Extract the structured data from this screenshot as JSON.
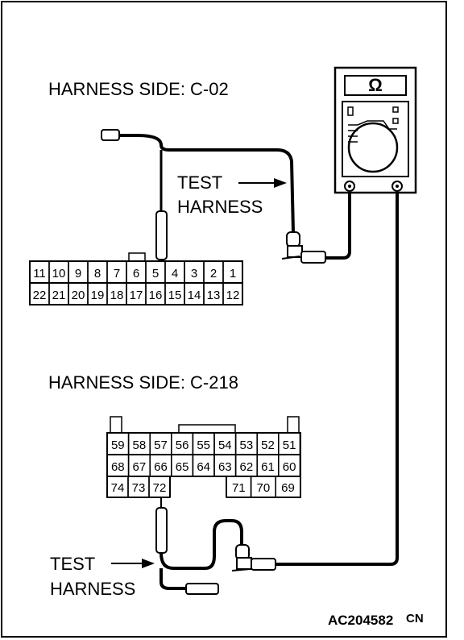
{
  "labels": {
    "harness_c02": "HARNESS SIDE: C-02",
    "harness_c218": "HARNESS SIDE: C-218",
    "test1_line1": "TEST",
    "test1_line2": "HARNESS",
    "test2_line1": "TEST",
    "test2_line2": "HARNESS",
    "figure_code": "AC204582",
    "figure_suffix": "CN"
  },
  "meter": {
    "symbol": "Ω"
  },
  "connector_c02": {
    "row_top": [
      "11",
      "10",
      "9",
      "8",
      "7",
      "6",
      "5",
      "4",
      "3",
      "2",
      "1"
    ],
    "row_bottom": [
      "22",
      "21",
      "20",
      "19",
      "18",
      "17",
      "16",
      "15",
      "14",
      "13",
      "12"
    ]
  },
  "connector_c218": {
    "row1": [
      "59",
      "58",
      "57",
      "56",
      "55",
      "54",
      "53",
      "52",
      "51"
    ],
    "row2": [
      "68",
      "67",
      "66",
      "65",
      "64",
      "63",
      "62",
      "61",
      "60"
    ],
    "row3_left": [
      "74",
      "73",
      "72"
    ],
    "row3_right": [
      "71",
      "70",
      "69"
    ]
  }
}
